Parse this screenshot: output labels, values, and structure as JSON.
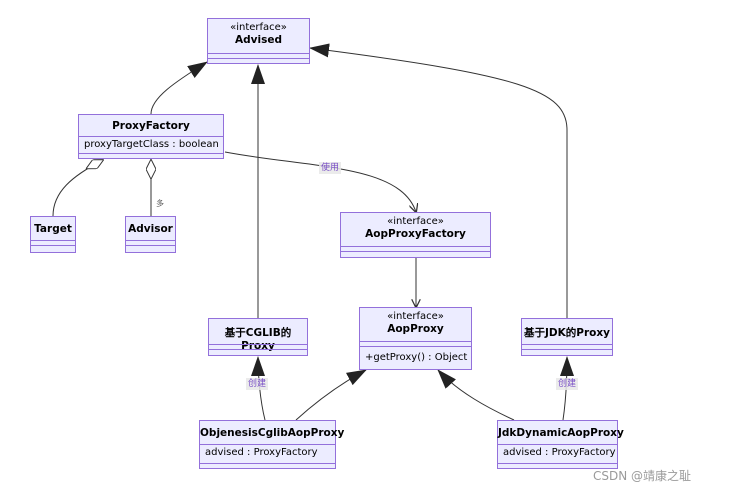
{
  "classes": {
    "advised": {
      "stereotype": "«interface»",
      "name": "Advised"
    },
    "proxy_factory": {
      "name": "ProxyFactory",
      "member": "proxyTargetClass : boolean"
    },
    "target": {
      "name": "Target"
    },
    "advisor": {
      "name": "Advisor"
    },
    "aop_proxy_factory": {
      "stereotype": "«interface»",
      "name": "AopProxyFactory"
    },
    "cglib_proxy": {
      "name": "基于CGLIB的Proxy"
    },
    "aop_proxy": {
      "stereotype": "«interface»",
      "name": "AopProxy",
      "member": "+getProxy() : Object"
    },
    "jdk_proxy": {
      "name": "基于JDK的Proxy"
    },
    "objenesis": {
      "name": "ObjenesisCglibAopProxy",
      "member": "advised : ProxyFactory"
    },
    "jdk_dynamic": {
      "name": "JdkDynamicAopProxy",
      "member": "advised : ProxyFactory"
    }
  },
  "edge_labels": {
    "uses": "使用",
    "many": "多",
    "create_cglib": "创建",
    "create_jdk": "创建"
  },
  "watermark": "CSDN @靖康之耻",
  "colors": {
    "node_fill": "#ececff",
    "node_border": "#9370db",
    "edge": "#333333",
    "label_text": "#7a4fc7"
  }
}
